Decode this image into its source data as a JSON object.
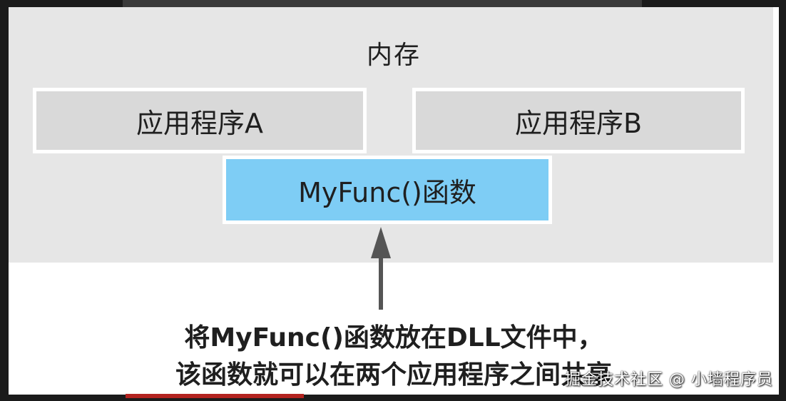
{
  "diagram": {
    "memory_title": "内存",
    "app_a_label": "应用程序A",
    "app_b_label": "应用程序B",
    "func_label": "MyFunc()函数",
    "caption_line1": "将MyFunc()函数放在DLL文件中，",
    "caption_line2": "该函数就可以在两个应用程序之间共享"
  },
  "watermark": "掘金技术社区 @ 小墙程序员",
  "colors": {
    "memory_panel": "#e6e6e6",
    "app_box": "#d9d9d9",
    "func_box": "#7ecdf5",
    "arrow": "#555555",
    "accent_red": "#b3231f"
  }
}
